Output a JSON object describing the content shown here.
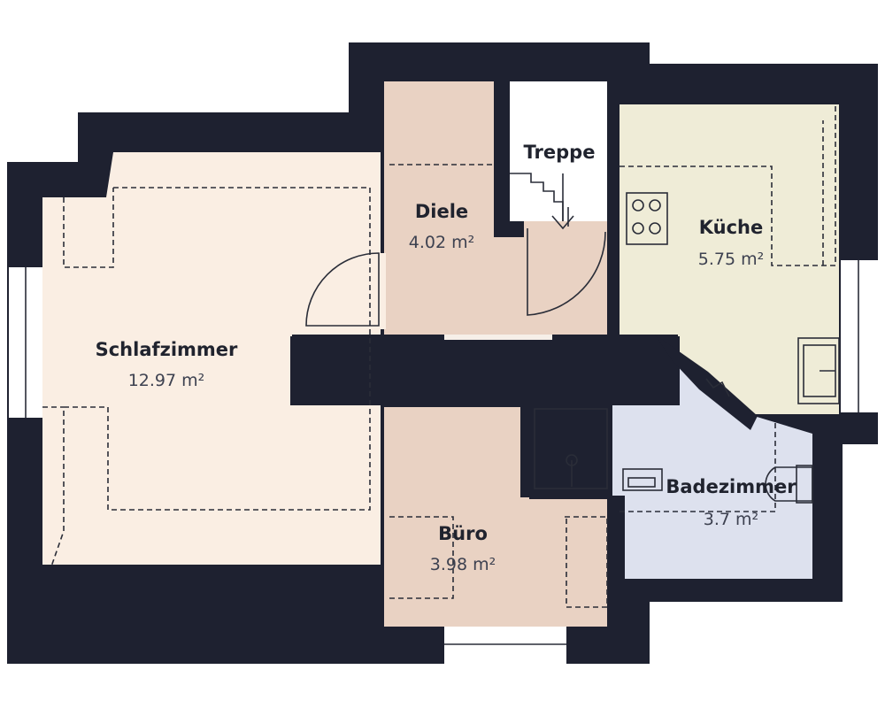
{
  "colors": {
    "wall": "#1e2130",
    "schlafzimmer": "#faeee3",
    "diele": "#e9d2c3",
    "treppe": "#e9d2c3",
    "kueche": "#efecd7",
    "badezimmer": "#dde1ee",
    "buero": "#e9d2c3",
    "window": "#ffffff"
  },
  "rooms": {
    "schlafzimmer": {
      "name": "Schlafzimmer",
      "area": "12.97 m²"
    },
    "diele": {
      "name": "Diele",
      "area": "4.02 m²"
    },
    "treppe": {
      "name": "Treppe"
    },
    "kueche": {
      "name": "Küche",
      "area": "5.75 m²"
    },
    "badezimmer": {
      "name": "Badezimmer",
      "area": "3.7 m²"
    },
    "buero": {
      "name": "Büro",
      "area": "3.98 m²"
    }
  },
  "icons": {
    "stove": "stove-icon",
    "sink": "kitchen-sink-icon",
    "shower": "shower-icon",
    "toilet": "toilet-icon",
    "bath_sink": "washbasin-icon",
    "stairs": "stairs-icon"
  }
}
